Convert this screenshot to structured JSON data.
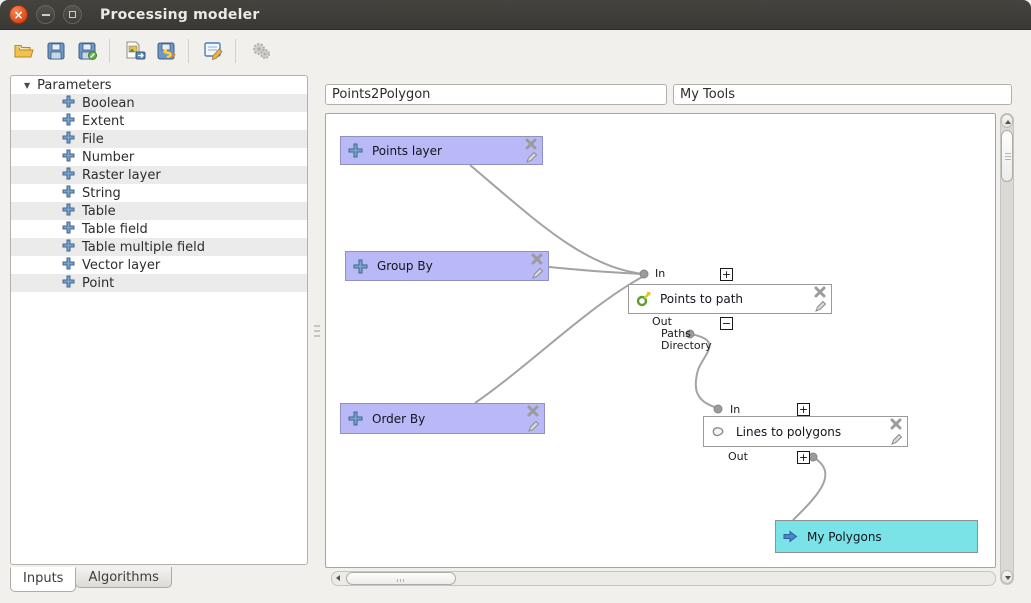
{
  "window": {
    "title": "Processing modeler"
  },
  "glyphs": {
    "tree_collapse": "▼",
    "expand": "+",
    "collapse": "−"
  },
  "toolbar": {
    "icons": [
      "open-model-icon",
      "save-model-icon",
      "save-model-as-icon",
      "export-as-image-icon",
      "save-as-python-icon",
      "edit-model-help-icon",
      "run-model-icon"
    ]
  },
  "model": {
    "name_value": "Points2Polygon",
    "group_value": "My Tools"
  },
  "sidebar": {
    "root_label": "Parameters",
    "items": [
      {
        "label": "Boolean"
      },
      {
        "label": "Extent"
      },
      {
        "label": "File"
      },
      {
        "label": "Number"
      },
      {
        "label": "Raster layer"
      },
      {
        "label": "String"
      },
      {
        "label": "Table"
      },
      {
        "label": "Table field"
      },
      {
        "label": "Table multiple field"
      },
      {
        "label": "Vector layer"
      },
      {
        "label": "Point"
      }
    ],
    "tabs": [
      {
        "label": "Inputs"
      },
      {
        "label": "Algorithms"
      }
    ]
  },
  "canvas": {
    "param_nodes": [
      {
        "label": "Points layer"
      },
      {
        "label": "Group By"
      },
      {
        "label": "Order By"
      }
    ],
    "algo_nodes": [
      {
        "label": "Points to path",
        "in_label": "In",
        "out_label": "Out",
        "outputs": [
          {
            "label": "Paths"
          },
          {
            "label": "Directory"
          }
        ]
      },
      {
        "label": "Lines to polygons",
        "in_label": "In",
        "out_label": "Out"
      }
    ],
    "output_nodes": [
      {
        "label": "My Polygons"
      }
    ]
  },
  "colors": {
    "titlebar": "#3c3a36",
    "input_node": "#b9b9f7",
    "output_node": "#79e3e8",
    "algorithm_node": "#ffffff",
    "connector": "#a3a3a3"
  }
}
